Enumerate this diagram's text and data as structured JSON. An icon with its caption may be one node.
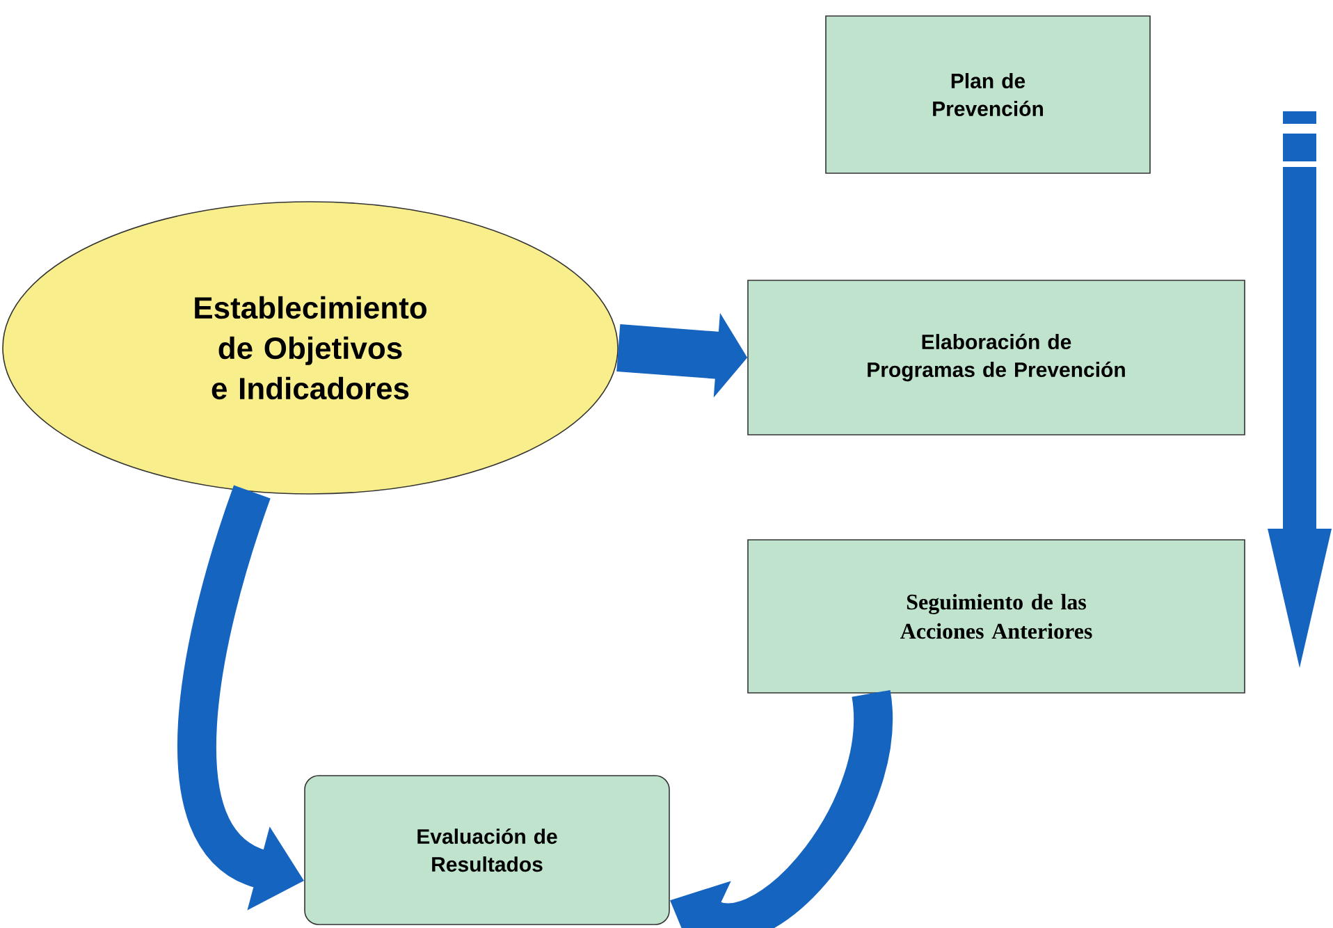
{
  "diagram": {
    "nodes": [
      {
        "text": [
          "Plan de Prevención"
        ]
      },
      {
        "text": [
          "Establecimiento de Objetivos e Indicadores"
        ]
      },
      {
        "text": [
          "Elaboración de Programas de Prevención"
        ]
      },
      {
        "text": [
          "Seguimiento de las Acciones Anteriores"
        ]
      },
      {
        "text": [
          "Evaluación de Resultados"
        ]
      }
    ],
    "edges": [
      {
        "from": 1,
        "to": 2,
        "arrow": "to"
      },
      {
        "from": 1,
        "to": 4,
        "arrow": "to"
      },
      {
        "from": 3,
        "to": 4,
        "arrow": "to"
      }
    ]
  }
}
